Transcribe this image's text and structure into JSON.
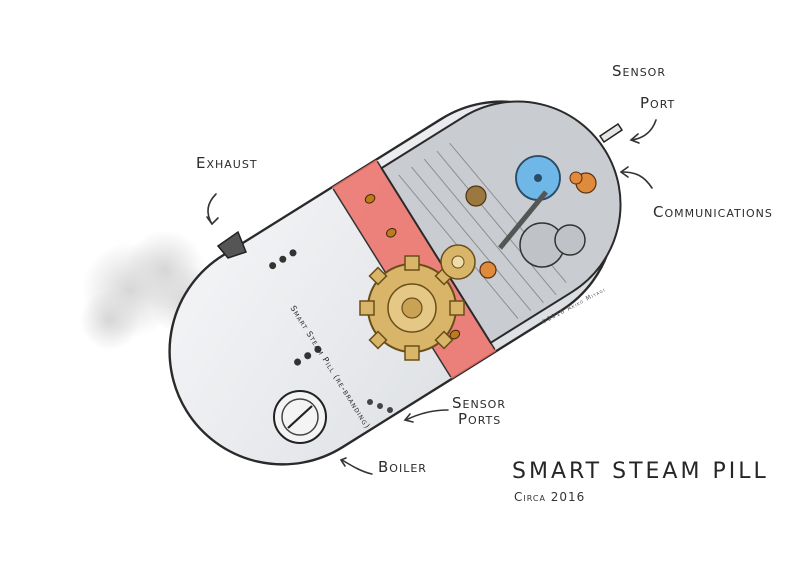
{
  "labels": {
    "sensor_port": [
      "Sensor",
      "Port"
    ],
    "exhaust": "Exhaust",
    "communications": "Communications",
    "sensor_ports": [
      "Sensor",
      "Ports"
    ],
    "boiler": "Boiler",
    "band_text": "Smart Steam Pill (re-branding)",
    "signature": "©2016 Akiko Miyagi"
  },
  "title": "SMART STEAM PILL",
  "subtitle": "Circa 2016",
  "colors": {
    "band": "#ec6f66",
    "gear_gold": "#d9b56a",
    "gear_orange": "#e08a3c",
    "blue_sphere": "#6fb7e6",
    "shell": "#eef0f2",
    "interior": "#c9ccd0"
  }
}
